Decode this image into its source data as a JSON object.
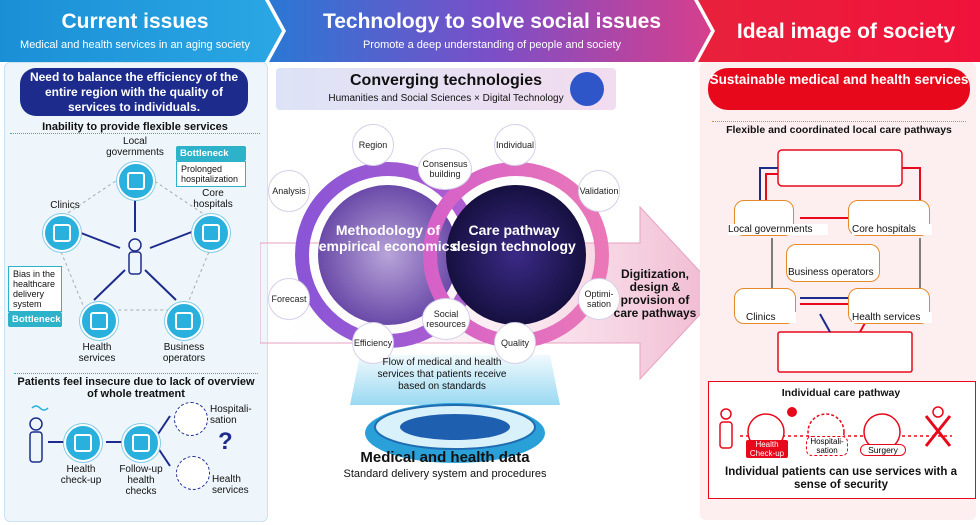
{
  "header": {
    "col1_title": "Current issues",
    "col1_sub": "Medical and health services in an aging society",
    "col2_title": "Technology to solve social issues",
    "col2_sub": "Promote a deep understanding of people and society",
    "col3_title": "Ideal image of society"
  },
  "left": {
    "need_title": "Need to balance the efficiency of the entire region with the quality of services to individuals.",
    "inability_title": "Inability to provide flexible services",
    "nodes": {
      "local_gov": "Local governments",
      "clinics": "Clinics",
      "core_hospitals": "Core hospitals",
      "health_services": "Health services",
      "business_operators": "Business operators"
    },
    "bottleneck_tag": "Bottleneck",
    "prolonged": "Prolonged hospitalization",
    "bias": "Bias in the healthcare delivery system",
    "insecure_title": "Patients feel insecure due to lack of overview of whole treatment",
    "flow": {
      "health_checkup": "Health check-up",
      "follow_up": "Follow-up health checks",
      "hospitalisation": "Hospitali- sation",
      "health_services": "Health services",
      "question": "?"
    }
  },
  "center": {
    "conv_title": "Converging technologies",
    "conv_sub": "Humanities and Social Sciences × Digital Technology",
    "left_circle": "Methodology of empirical economics",
    "right_circle": "Care pathway design technology",
    "words": {
      "region": "Region",
      "individual": "Individual",
      "analysis": "Analysis",
      "consensus": "Consensus building",
      "validation": "Validation",
      "forecast": "Forecast",
      "social_resources": "Social resources",
      "optimisation": "Optimi- sation",
      "efficiency": "Efficiency",
      "quality": "Quality"
    },
    "arrow_text": "Digitization, design & provision of care pathways",
    "flow_text": "Flow of medical and health services that patients receive based on standards",
    "data_title": "Medical and health data",
    "data_sub": "Standard delivery system and procedures"
  },
  "right": {
    "title": "Sustainable medical and health services",
    "flexible_title": "Flexible and coordinated local care pathways",
    "boxes": {
      "local_gov": "Local governments",
      "core_hospitals": "Core hospitals",
      "business_operators": "Business operators",
      "clinics": "Clinics",
      "health_services": "Health services"
    },
    "individual_title": "Individual care pathway",
    "steps": {
      "health_checkup": "Health Check-up",
      "hospitalisation": "Hospitali- sation",
      "surgery": "Surgery"
    },
    "security_text": "Individual patients can use services with a sense of security"
  }
}
